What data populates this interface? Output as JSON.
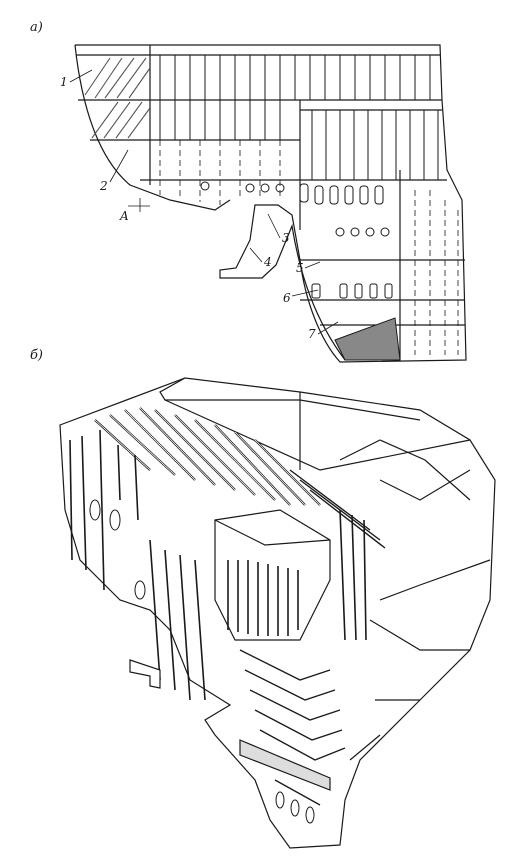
{
  "panel_a": {
    "label": "а)",
    "callouts": [
      "1",
      "2",
      "3",
      "4",
      "5",
      "6",
      "7"
    ],
    "section_mark": "A"
  },
  "panel_b": {
    "label": "б)"
  },
  "colors": {
    "line": "#1a1a1a",
    "hatch": "#555555",
    "background": "#ffffff"
  }
}
